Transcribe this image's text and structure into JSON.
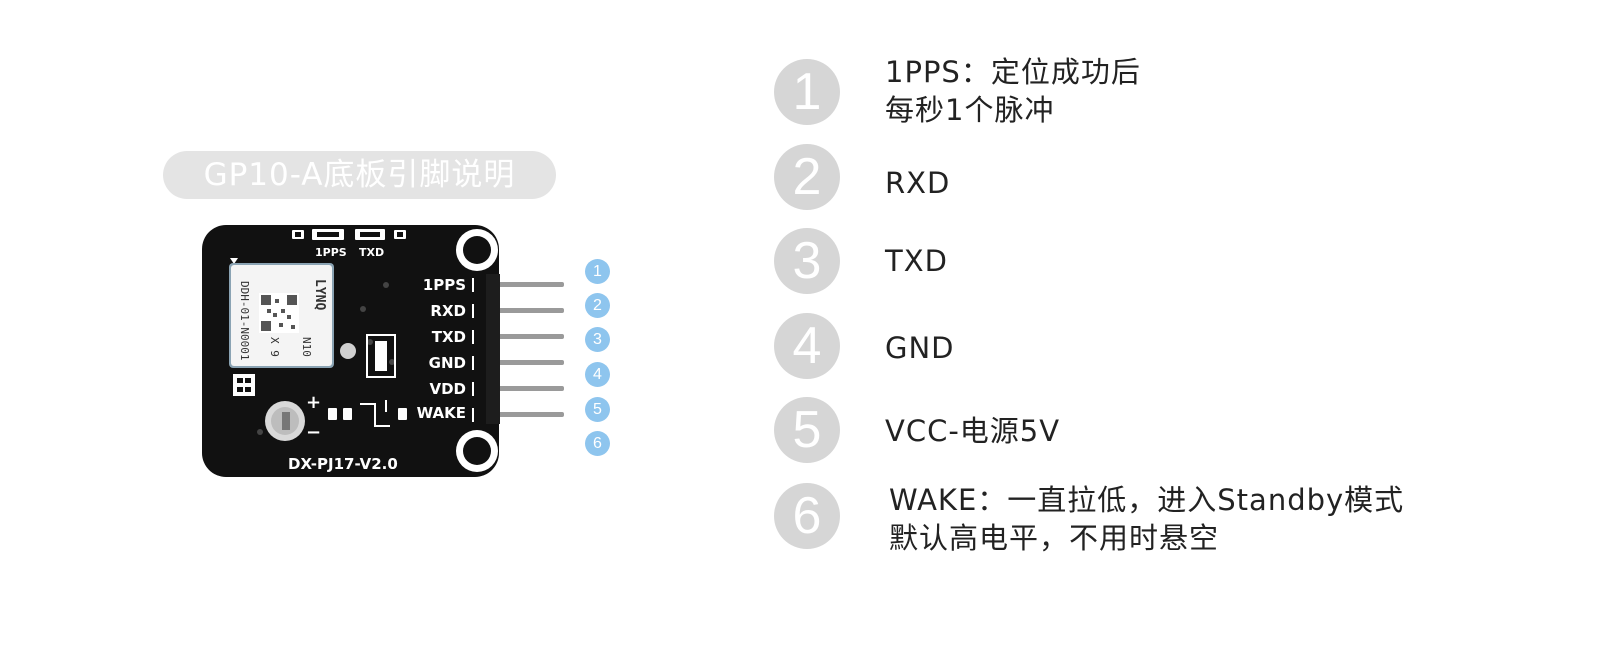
{
  "title": "GP10-A底板引脚说明",
  "board": {
    "silkscreen": "DX-PJ17-V2.0",
    "led_labels": [
      "1PPS",
      "TXD"
    ],
    "pin_labels": [
      "1PPS",
      "RXD",
      "TXD",
      "GND",
      "VDD",
      "WAKE"
    ],
    "module_lines": [
      "LYNQ",
      "N10",
      "DDH-01-N0001",
      "X 9"
    ],
    "plus": "+",
    "minus": "−"
  },
  "small_numbers": [
    "1",
    "2",
    "3",
    "4",
    "5",
    "6"
  ],
  "pins": [
    {
      "num": "1",
      "lines": [
        "1PPS：定位成功后",
        "每秒1个脉冲"
      ]
    },
    {
      "num": "2",
      "lines": [
        "RXD"
      ]
    },
    {
      "num": "3",
      "lines": [
        "TXD"
      ]
    },
    {
      "num": "4",
      "lines": [
        "GND"
      ]
    },
    {
      "num": "5",
      "lines": [
        "VCC-电源5V"
      ]
    },
    {
      "num": "6",
      "lines": [
        "WAKE：一直拉低，进入Standby模式",
        "默认高电平，不用时悬空"
      ]
    }
  ],
  "colors": {
    "board": "#111111",
    "pill": "#e4e4e4",
    "bubble_small": "#8ec5ee",
    "bubble_big": "#d6d6d6",
    "pin_metal": "#9a9a9a"
  }
}
